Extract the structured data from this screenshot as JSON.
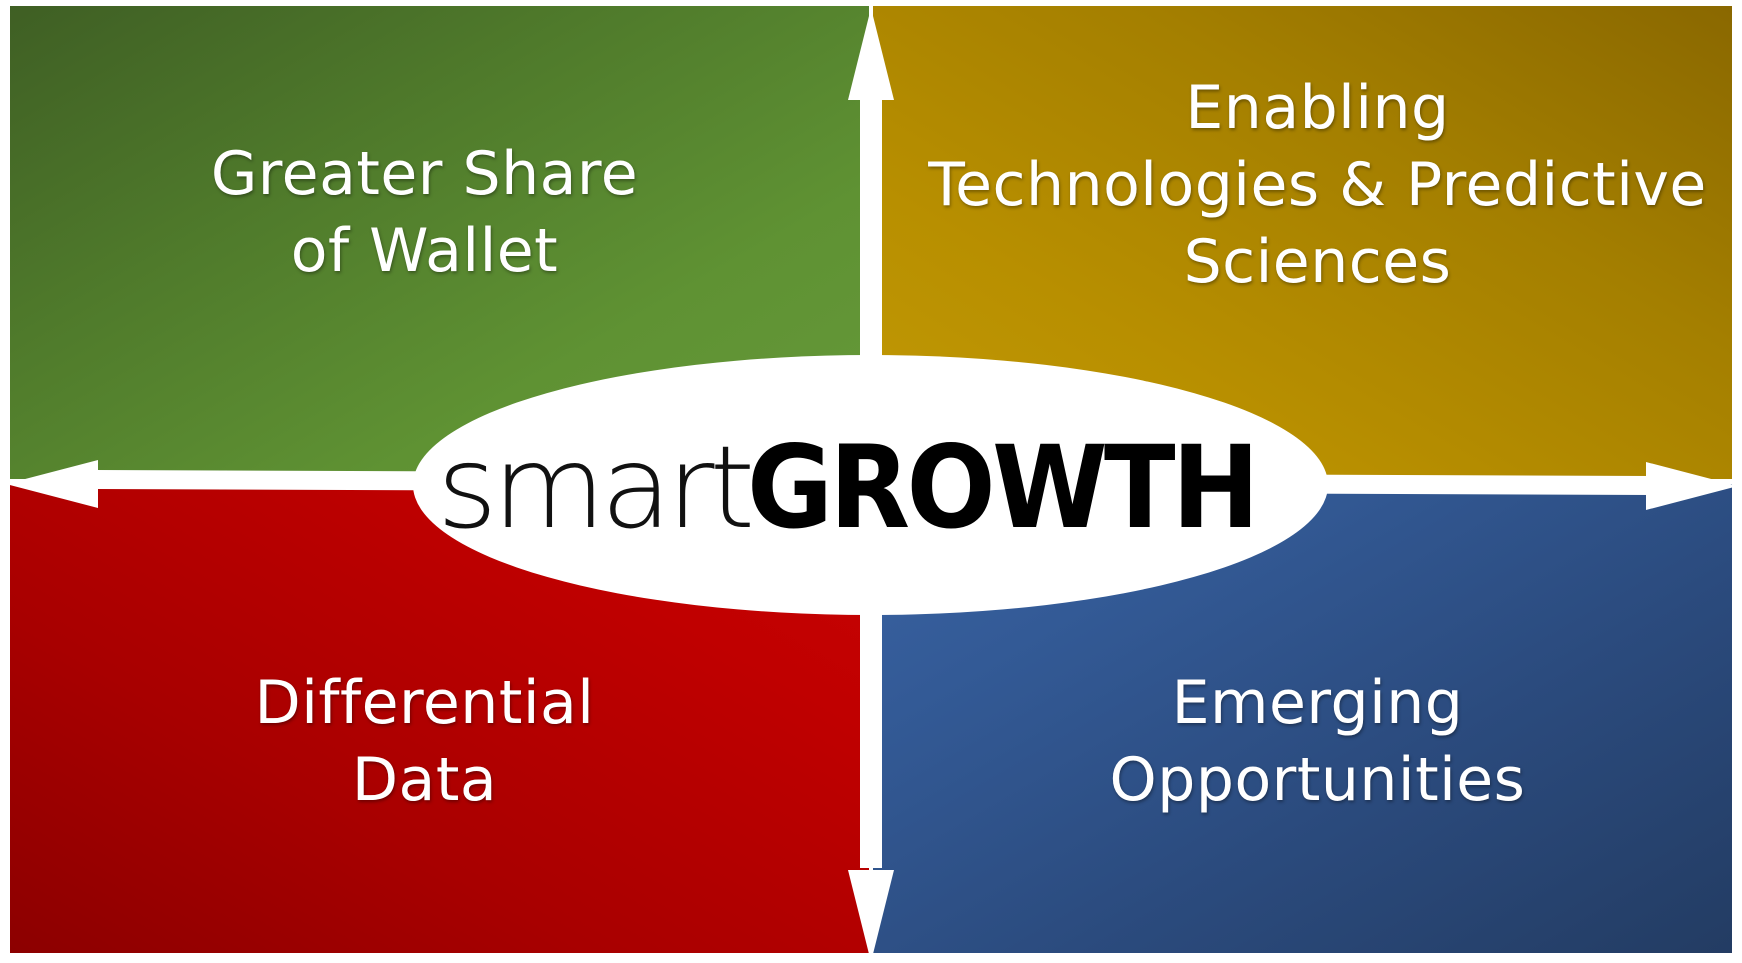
{
  "quadrants": {
    "top_left": {
      "label": "Greater Share\nof Wallet",
      "color": "#5a8a30"
    },
    "top_right": {
      "label": "Enabling\nTechnologies & Predictive\nSciences",
      "color": "#b08800"
    },
    "bottom_left": {
      "label": "Differential\nData",
      "color": "#b80000"
    },
    "bottom_right": {
      "label": "Emerging\nOpportunities",
      "color": "#2f5290"
    }
  },
  "center": {
    "logo_light": "smart",
    "logo_bold": "GROWTH"
  },
  "arrows": {
    "vertical": "double-headed",
    "horizontal": "double-headed",
    "color": "#ffffff"
  }
}
